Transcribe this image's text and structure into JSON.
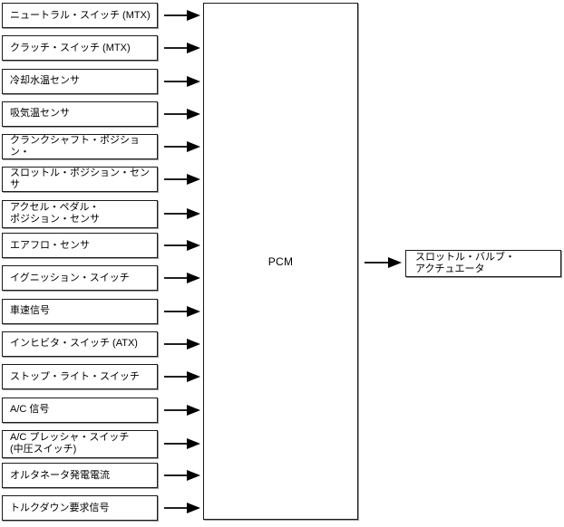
{
  "colors": {
    "background": "#ffffff",
    "line": "#1a1a1a",
    "arrow": "#000000",
    "text": "#000000"
  },
  "pcm": {
    "label": "PCM"
  },
  "inputs": [
    {
      "label": "ニュートラル・スイッチ (MTX)"
    },
    {
      "label": "クラッチ・スイッチ (MTX)"
    },
    {
      "label": "冷却水温センサ"
    },
    {
      "label": "吸気温センサ"
    },
    {
      "label": "クランクシャフト・ポジション・"
    },
    {
      "label": "スロットル・ポジション・センサ"
    },
    {
      "label": "アクセル・ペダル・\nポジション・センサ"
    },
    {
      "label": "エアフロ・センサ"
    },
    {
      "label": "イグニッション・スイッチ"
    },
    {
      "label": "車速信号"
    },
    {
      "label": "インヒビタ・スイッチ (ATX)"
    },
    {
      "label": "ストップ・ライト・スイッチ"
    },
    {
      "label": "A/C 信号"
    },
    {
      "label": "A/C プレッシャ・スイッチ\n(中圧スイッチ)"
    },
    {
      "label": "オルタネータ発電電流"
    },
    {
      "label": "トルクダウン要求信号"
    }
  ],
  "outputs": [
    {
      "label": "スロットル・バルブ・\nアクチュエータ"
    }
  ]
}
